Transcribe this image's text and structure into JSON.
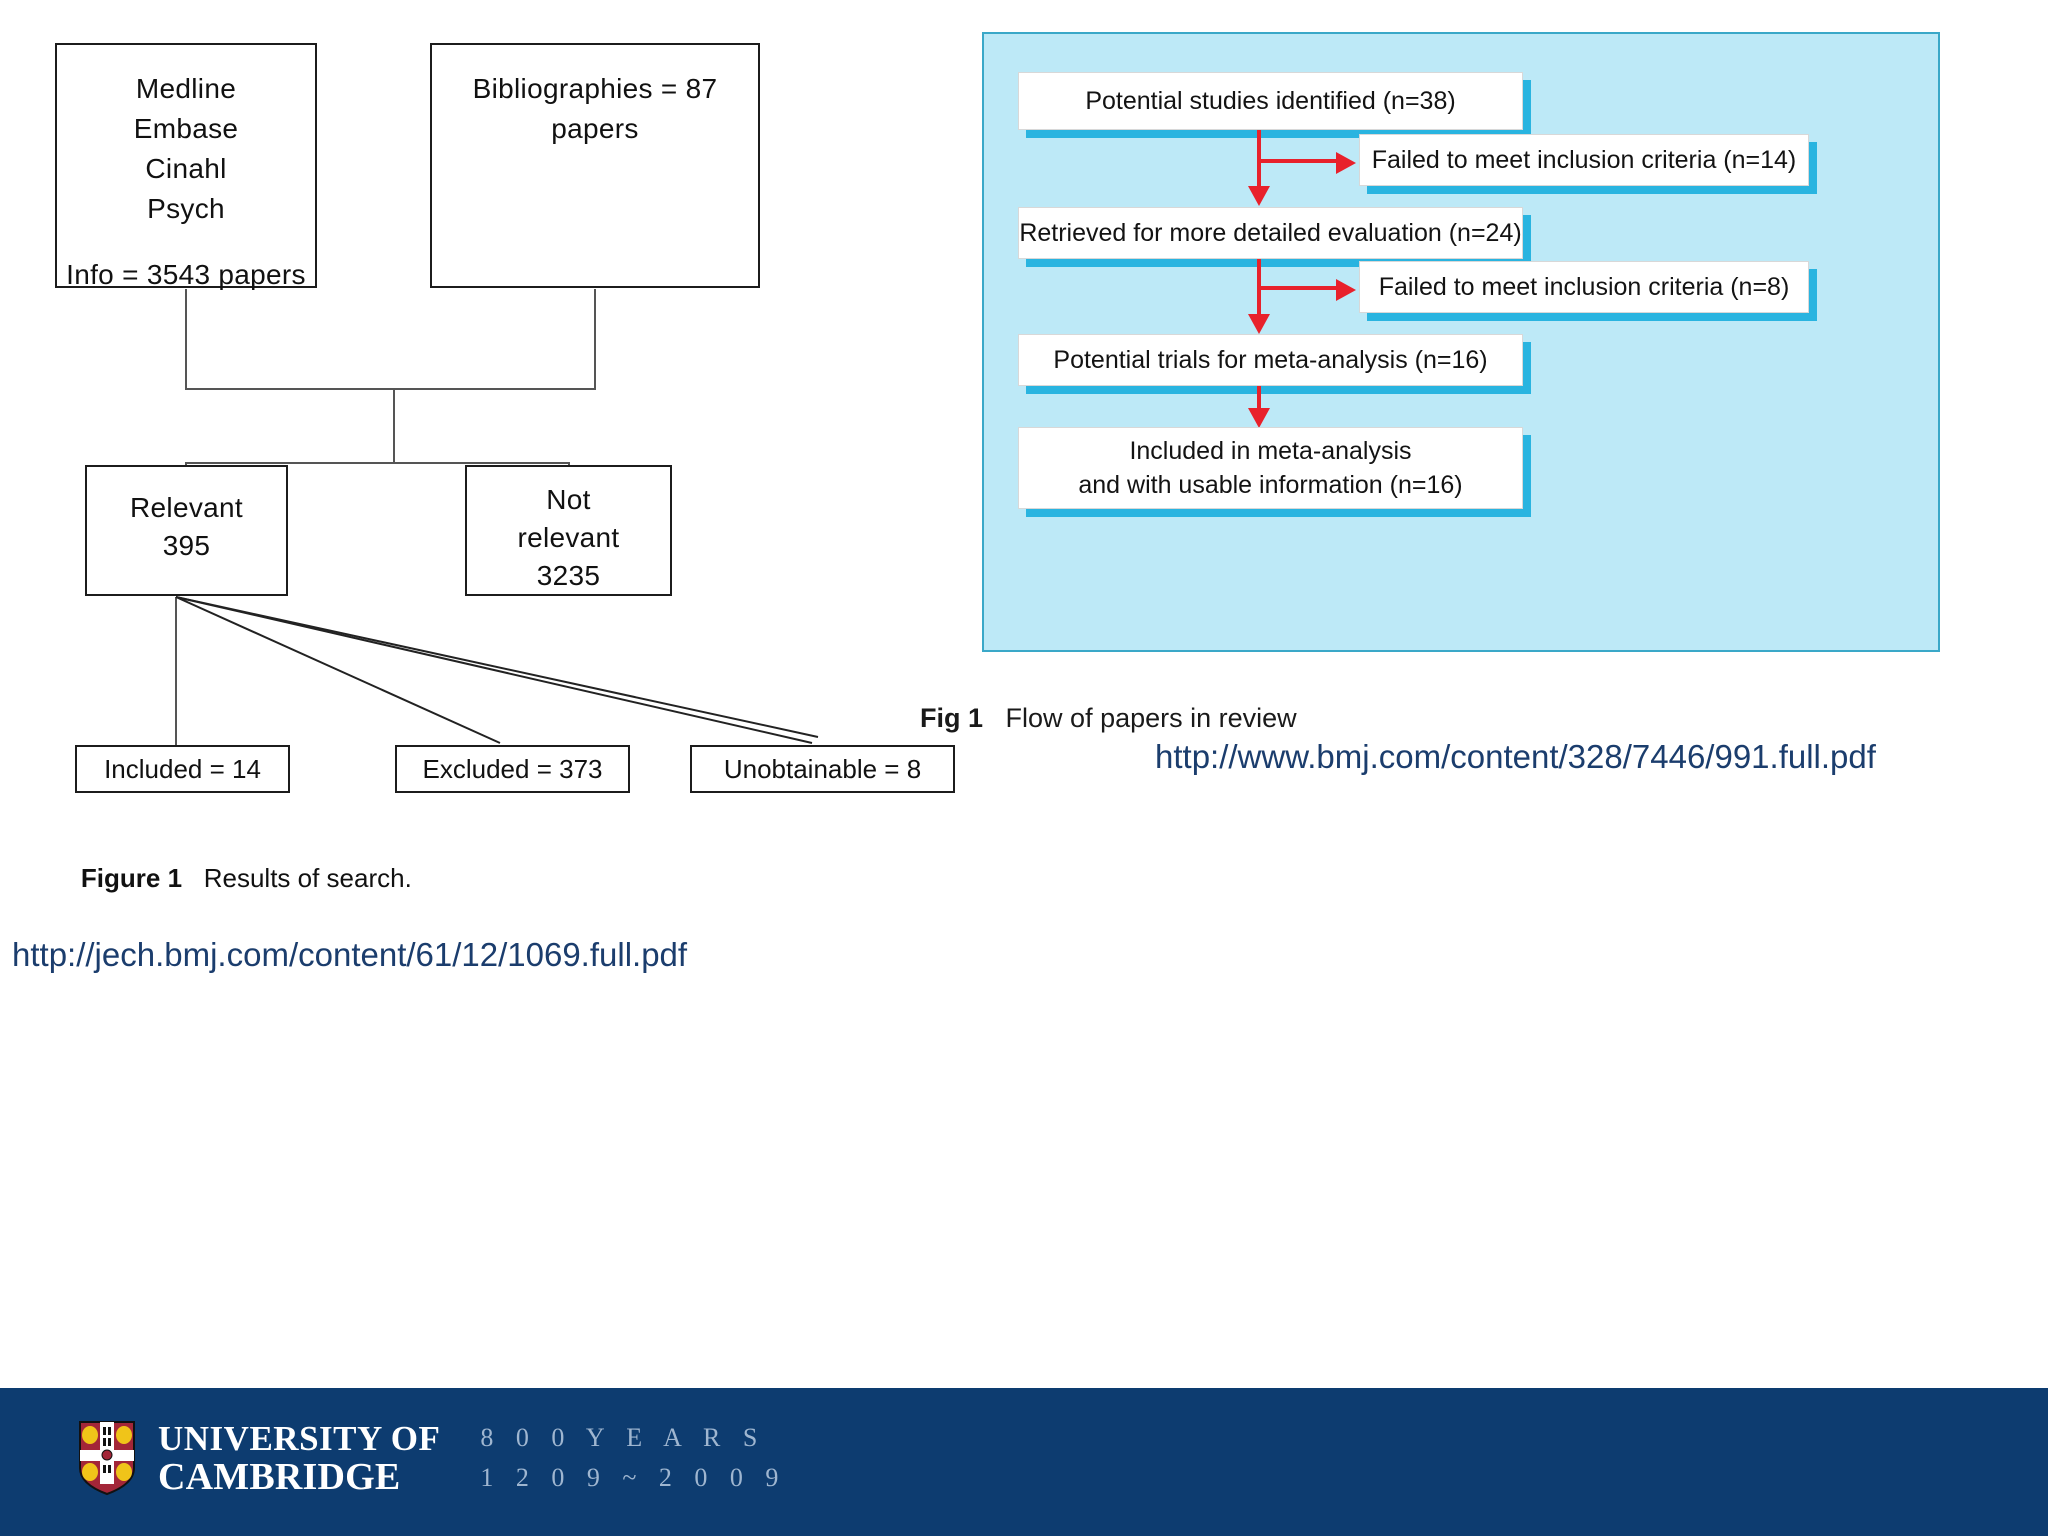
{
  "left_figure": {
    "caption_label": "Figure 1",
    "caption_text": "Results of search.",
    "boxes": {
      "databases": {
        "line1": "Medline",
        "line2": "Embase",
        "line3": "Cinahl",
        "line4": "Psych",
        "line5": "Info = 3543 papers"
      },
      "bibliographies": {
        "line1": "Bibliographies = 87",
        "line2": "papers"
      },
      "relevant": {
        "line1": "Relevant",
        "line2": "395"
      },
      "not_relevant": {
        "line1": "Not",
        "line2": "relevant",
        "line3": "3235"
      },
      "included": "Included = 14",
      "excluded": "Excluded = 373",
      "unobtainable": "Unobtainable = 8"
    }
  },
  "right_figure": {
    "caption_label": "Fig 1",
    "caption_text": "Flow of papers in review",
    "panel_color": "#bde9f7",
    "shadow_color": "#29b4e0",
    "arrow_color": "#e8212b",
    "boxes": {
      "identified": "Potential studies identified (n=38)",
      "failed1": "Failed to meet inclusion criteria (n=14)",
      "retrieved": "Retrieved for more detailed evaluation (n=24)",
      "failed2": "Failed to meet inclusion criteria (n=8)",
      "potential_trials": "Potential trials for meta-analysis (n=16)",
      "included_line1": "Included in meta-analysis",
      "included_line2": "and with usable information (n=16)"
    }
  },
  "urls": {
    "left": "http://jech.bmj.com/content/61/12/1069.full.pdf",
    "right": "http://www.bmj.com/content/328/7446/991.full.pdf",
    "color": "#1b3d6d"
  },
  "footer": {
    "background": "#0d3c70",
    "wordmark_line1": "UNIVERSITY OF",
    "wordmark_line2": "CAMBRIDGE",
    "anniversary_line1": "8 0 0   Y E A R S",
    "anniversary_line2": "1 2 0 9  ~  2 0 0 9"
  }
}
